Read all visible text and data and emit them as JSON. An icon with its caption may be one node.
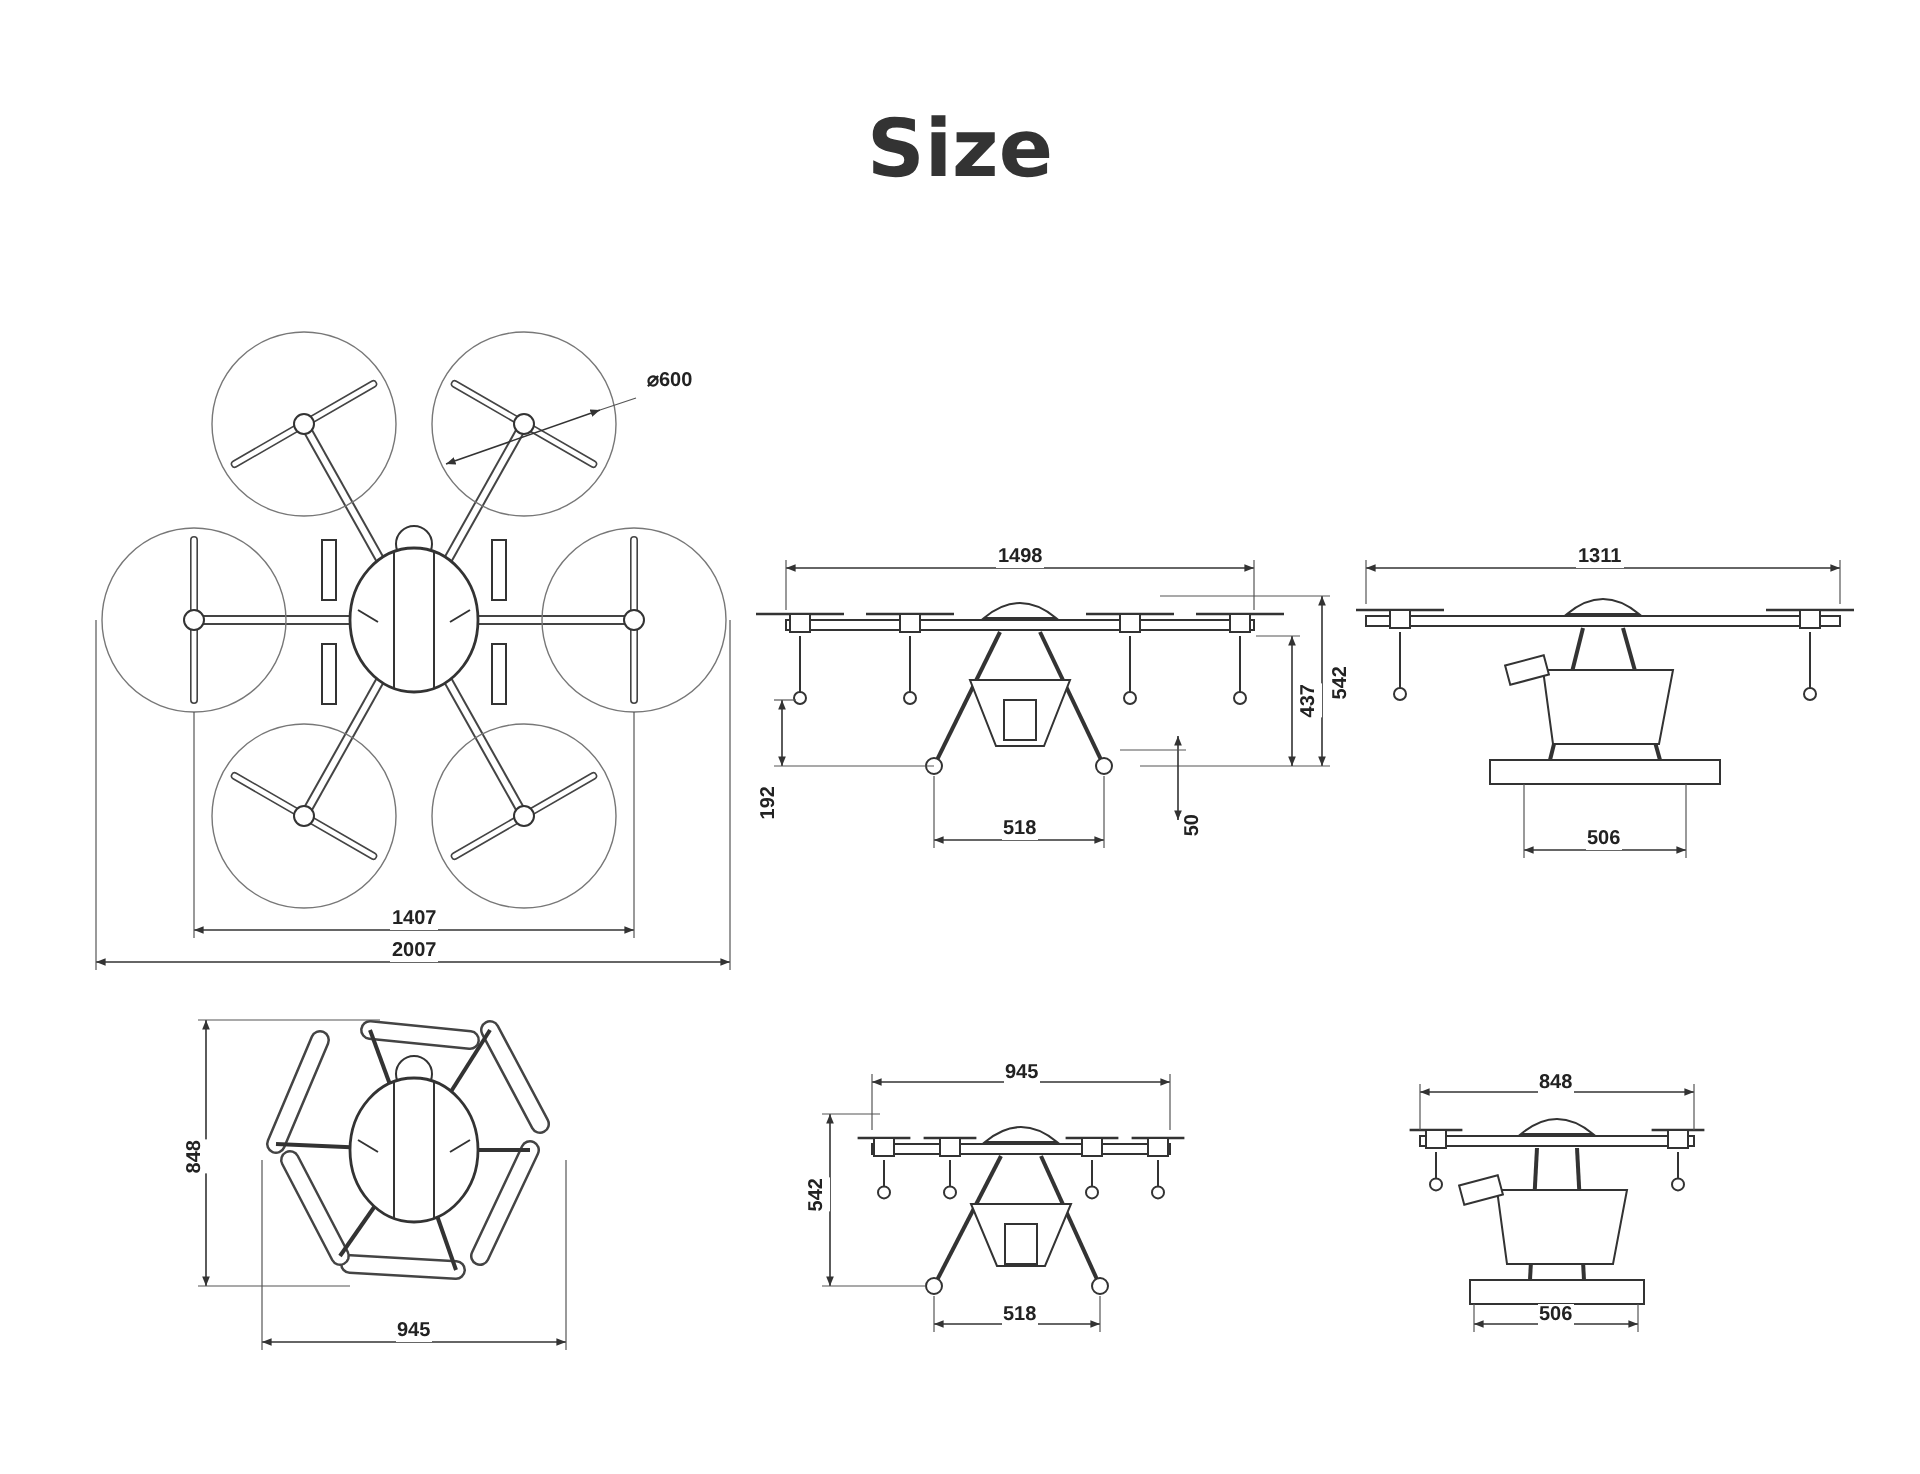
{
  "diagram": {
    "title": "Size",
    "labels": [
      "⌀600",
      "1498",
      "1311",
      "542",
      "437",
      "192",
      "518",
      "50",
      "506",
      "1407",
      "2007",
      "945",
      "848",
      "848",
      "542",
      "945",
      "518",
      "506"
    ]
  }
}
